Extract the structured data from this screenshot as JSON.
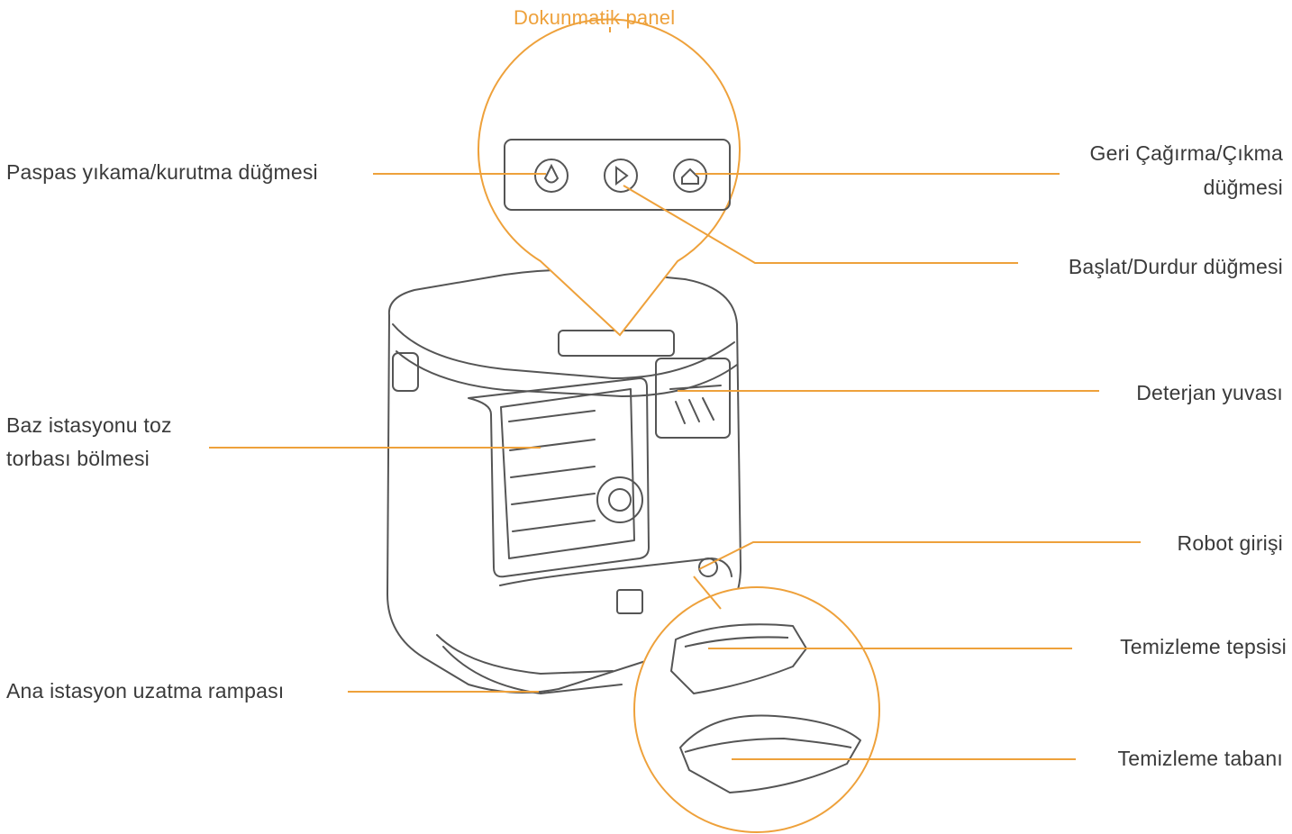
{
  "title": "Dokunmatik panel",
  "labels": {
    "mop_wash_dry": "Paspas yıkama/kurutma düğmesi",
    "recall_exit_1": "Geri Çağırma/Çıkma",
    "recall_exit_2": "düğmesi",
    "start_stop": "Başlat/Durdur düğmesi",
    "detergent": "Deterjan yuvası",
    "dust_bag_1": "Baz istasyonu toz",
    "dust_bag_2": "torbası bölmesi",
    "robot_entry": "Robot girişi",
    "cleaning_tray": "Temizleme tepsisi",
    "cleaning_base": "Temizleme tabanı",
    "ramp": "Ana istasyon uzatma rampası"
  },
  "colors": {
    "accent": "#eea13b",
    "line_art": "#555555",
    "text": "#3a3a3a"
  },
  "icons": [
    "mop-drop-icon",
    "play-icon",
    "home-icon"
  ]
}
